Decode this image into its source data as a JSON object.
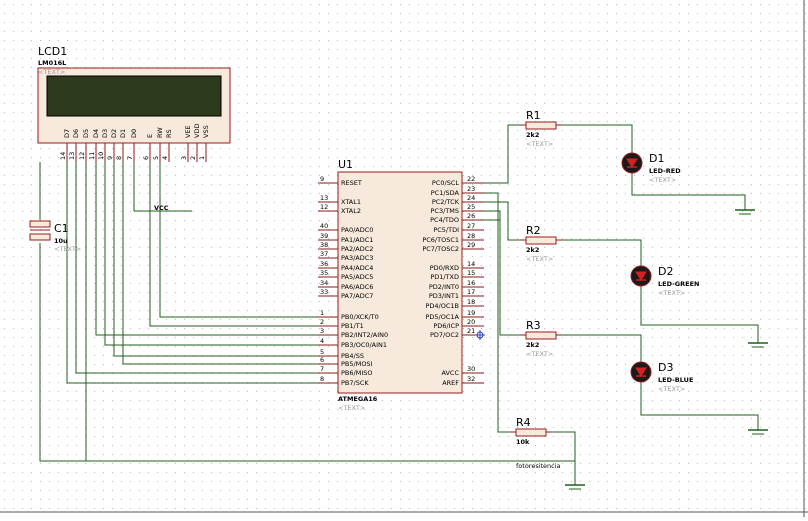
{
  "lcd": {
    "ref": "LCD1",
    "model": "LM016L",
    "text": "<TEXT>",
    "pins": [
      {
        "label": "D7",
        "num": "14"
      },
      {
        "label": "D6",
        "num": "13"
      },
      {
        "label": "D5",
        "num": "12"
      },
      {
        "label": "D4",
        "num": "11"
      },
      {
        "label": "D3",
        "num": "10"
      },
      {
        "label": "D2",
        "num": "9"
      },
      {
        "label": "D1",
        "num": "8"
      },
      {
        "label": "D0",
        "num": "7"
      },
      {
        "label": "E",
        "num": "6"
      },
      {
        "label": "RW",
        "num": "5"
      },
      {
        "label": "RS",
        "num": "4"
      },
      {
        "label": "VEE",
        "num": "3"
      },
      {
        "label": "VDD",
        "num": "2"
      },
      {
        "label": "VSS",
        "num": "1"
      }
    ]
  },
  "vcc_label": "VCC",
  "cap": {
    "ref": "C1",
    "value": "10u",
    "text": "<TEXT>"
  },
  "mcu": {
    "ref": "U1",
    "model": "ATMEGA16",
    "text": "<TEXT>",
    "left_pins": [
      {
        "label": "RESET",
        "num": "9"
      },
      {
        "label": "XTAL1",
        "num": "13"
      },
      {
        "label": "XTAL2",
        "num": "12"
      },
      {
        "label": "PA0/ADC0",
        "num": "40"
      },
      {
        "label": "PA1/ADC1",
        "num": "39"
      },
      {
        "label": "PA2/ADC2",
        "num": "38"
      },
      {
        "label": "PA3/ADC3",
        "num": "37"
      },
      {
        "label": "PA4/ADC4",
        "num": "36"
      },
      {
        "label": "PA5/ADC5",
        "num": "35"
      },
      {
        "label": "PA6/ADC6",
        "num": "34"
      },
      {
        "label": "PA7/ADC7",
        "num": "33"
      },
      {
        "label": "PB0/XCK/T0",
        "num": "1"
      },
      {
        "label": "PB1/T1",
        "num": "2"
      },
      {
        "label": "PB2/INT2/AIN0",
        "num": "3"
      },
      {
        "label": "PB3/OC0/AIN1",
        "num": "4"
      },
      {
        "label": "PB4/SS",
        "num": "5"
      },
      {
        "label": "PB5/MOSI",
        "num": "6"
      },
      {
        "label": "PB6/MISO",
        "num": "7"
      },
      {
        "label": "PB7/SCK",
        "num": "8"
      }
    ],
    "right_pins": [
      {
        "label": "PC0/SCL",
        "num": "22"
      },
      {
        "label": "PC1/SDA",
        "num": "23"
      },
      {
        "label": "PC2/TCK",
        "num": "24"
      },
      {
        "label": "PC3/TMS",
        "num": "25"
      },
      {
        "label": "PC4/TDO",
        "num": "26"
      },
      {
        "label": "PC5/TDI",
        "num": "27"
      },
      {
        "label": "PC6/TOSC1",
        "num": "28"
      },
      {
        "label": "PC7/TOSC2",
        "num": "29"
      },
      {
        "label": "PD0/RXD",
        "num": "14"
      },
      {
        "label": "PD1/TXD",
        "num": "15"
      },
      {
        "label": "PD2/INT0",
        "num": "16"
      },
      {
        "label": "PD3/INT1",
        "num": "17"
      },
      {
        "label": "PD4/OC1B",
        "num": "18"
      },
      {
        "label": "PD5/OC1A",
        "num": "19"
      },
      {
        "label": "PD6/ICP",
        "num": "20"
      },
      {
        "label": "PD7/OC2",
        "num": "21"
      },
      {
        "label": "AVCC",
        "num": "30"
      },
      {
        "label": "AREF",
        "num": "32"
      }
    ]
  },
  "resistors": [
    {
      "ref": "R1",
      "value": "2k2",
      "text": "<TEXT>"
    },
    {
      "ref": "R2",
      "value": "2k2",
      "text": "<TEXT>"
    },
    {
      "ref": "R3",
      "value": "2k2",
      "text": "<TEXT>"
    },
    {
      "ref": "R4",
      "value": "10k",
      "text": "fotoresitencia"
    }
  ],
  "leds": [
    {
      "ref": "D1",
      "model": "LED-RED",
      "text": "<TEXT>",
      "color": "#d42020"
    },
    {
      "ref": "D2",
      "model": "LED-GREEN",
      "text": "<TEXT>",
      "color": "#d42020"
    },
    {
      "ref": "D3",
      "model": "LED-BLUE",
      "text": "<TEXT>",
      "color": "#d42020"
    }
  ],
  "colors": {
    "wire": "#1f5f1f",
    "pin": "#8a1a1a",
    "body": "#f7e9dc",
    "body_border": "#9b1b1b",
    "lcd_screen": "#2e3a1c",
    "grid_dot": "#b9b9b9"
  }
}
